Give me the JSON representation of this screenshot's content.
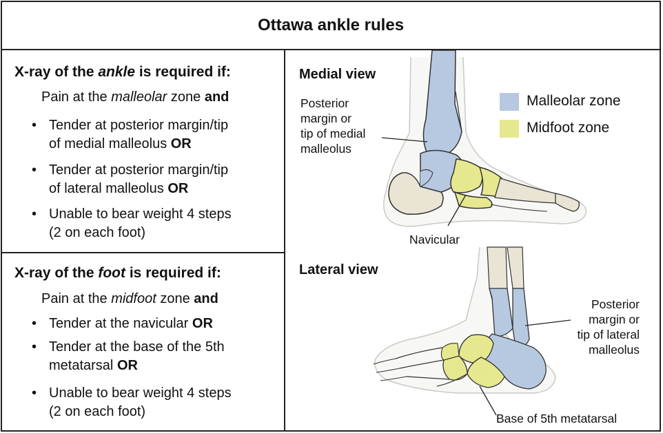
{
  "title": "Ottawa ankle rules",
  "ankle": {
    "heading_pre": "X-ray of the ",
    "heading_em": "ankle",
    "heading_post": " is required if:",
    "intro_pre": "Pain at the ",
    "intro_em": "malleolar",
    "intro_mid": " zone ",
    "intro_bold": "and",
    "bullets": [
      {
        "line1": "Tender at posterior margin/tip",
        "line2_pre": "of medial malleolus ",
        "line2_bold": "OR"
      },
      {
        "line1": "Tender at posterior margin/tip",
        "line2_pre": "of lateral malleolus ",
        "line2_bold": "OR"
      },
      {
        "line1": "Unable to bear weight 4 steps",
        "line2_pre": "(2 on each foot)",
        "line2_bold": ""
      }
    ]
  },
  "foot": {
    "heading_pre": "X-ray of the ",
    "heading_em": "foot",
    "heading_post": " is required if:",
    "intro_pre": "Pain at the ",
    "intro_em": "midfoot",
    "intro_mid": " zone ",
    "intro_bold": "and",
    "bullets": [
      {
        "line1_pre": "Tender at the navicular ",
        "line1_bold": "OR"
      },
      {
        "line1_pre": "Tender at the base of the 5th",
        "line1_bold": "",
        "line2_pre": "metatarsal ",
        "line2_bold": "OR"
      },
      {
        "line1_pre": "Unable to bear weight 4 steps",
        "line1_bold": "",
        "line2_pre": "(2 on each foot)",
        "line2_bold": ""
      }
    ]
  },
  "figure": {
    "medial_view": "Medial view",
    "lateral_view": "Lateral view",
    "medial_anno": [
      "Posterior",
      "margin or",
      "tip of medial",
      "malleolus"
    ],
    "navicular": "Navicular",
    "lateral_anno": [
      "Posterior",
      "margin or",
      "tip of lateral",
      "malleolus"
    ],
    "base_5th": "Base of 5th metatarsal",
    "legend": [
      {
        "label": "Malleolar zone",
        "color": "#b7c9e0"
      },
      {
        "label": "Midfoot zone",
        "color": "#e6e88f"
      }
    ]
  }
}
